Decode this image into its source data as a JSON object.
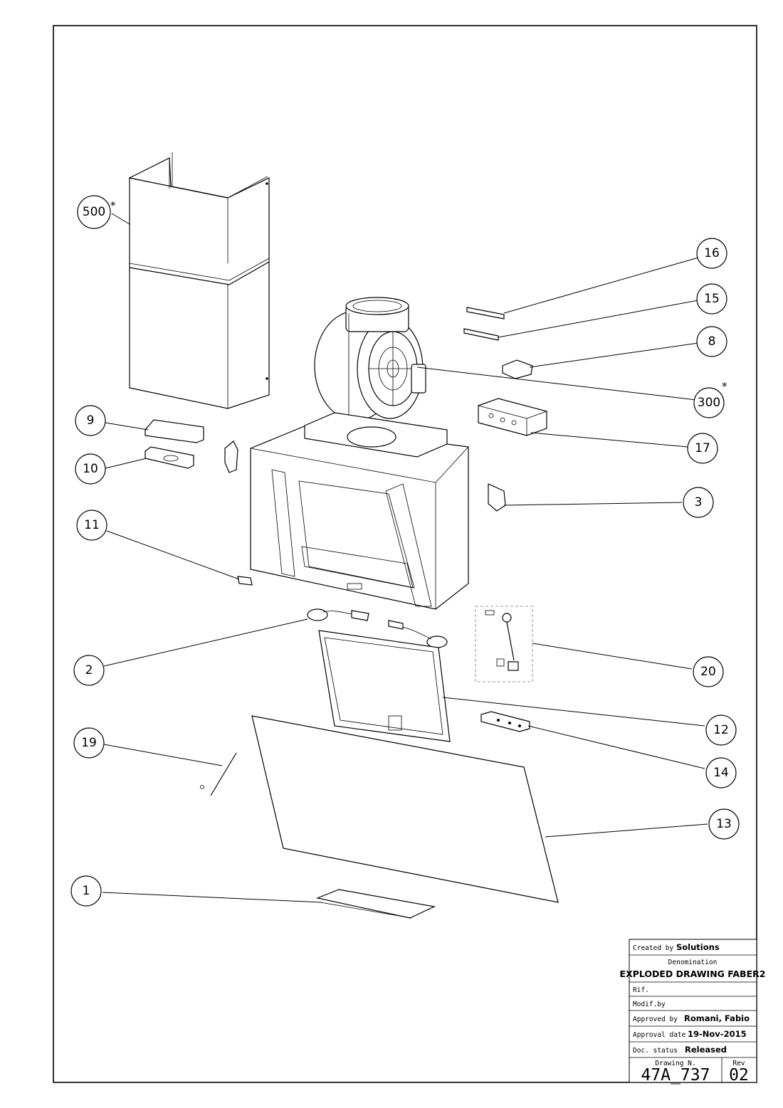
{
  "callouts": [
    {
      "id": "500",
      "label": "500",
      "note": "*"
    },
    {
      "id": "16",
      "label": "16",
      "note": ""
    },
    {
      "id": "15",
      "label": "15",
      "note": ""
    },
    {
      "id": "8",
      "label": "8",
      "note": ""
    },
    {
      "id": "300",
      "label": "300",
      "note": "*"
    },
    {
      "id": "9",
      "label": "9",
      "note": ""
    },
    {
      "id": "10",
      "label": "10",
      "note": ""
    },
    {
      "id": "17",
      "label": "17",
      "note": ""
    },
    {
      "id": "3",
      "label": "3",
      "note": ""
    },
    {
      "id": "11",
      "label": "11",
      "note": ""
    },
    {
      "id": "2",
      "label": "2",
      "note": ""
    },
    {
      "id": "20",
      "label": "20",
      "note": ""
    },
    {
      "id": "12",
      "label": "12",
      "note": ""
    },
    {
      "id": "19",
      "label": "19",
      "note": ""
    },
    {
      "id": "14",
      "label": "14",
      "note": ""
    },
    {
      "id": "13",
      "label": "13",
      "note": ""
    },
    {
      "id": "1",
      "label": "1",
      "note": ""
    }
  ],
  "title_block": {
    "created_by_label": "Created by",
    "created_by_value": "Solutions",
    "denomination_label": "Denomination",
    "denomination_value": "EXPLODED DRAWING FABER2",
    "rif_label": "Rif.",
    "modif_label": "Modif.by",
    "approved_by_label": "Approved by",
    "approved_by_value": "Romani, Fabio",
    "approval_date_label": "Approval date",
    "approval_date_value": "19-Nov-2015",
    "doc_status_label": "Doc. status",
    "doc_status_value": "Released",
    "drawing_n_label": "Drawing N.",
    "drawing_n_value": "47A_737",
    "rev_label": "Rev",
    "rev_value": "02"
  }
}
